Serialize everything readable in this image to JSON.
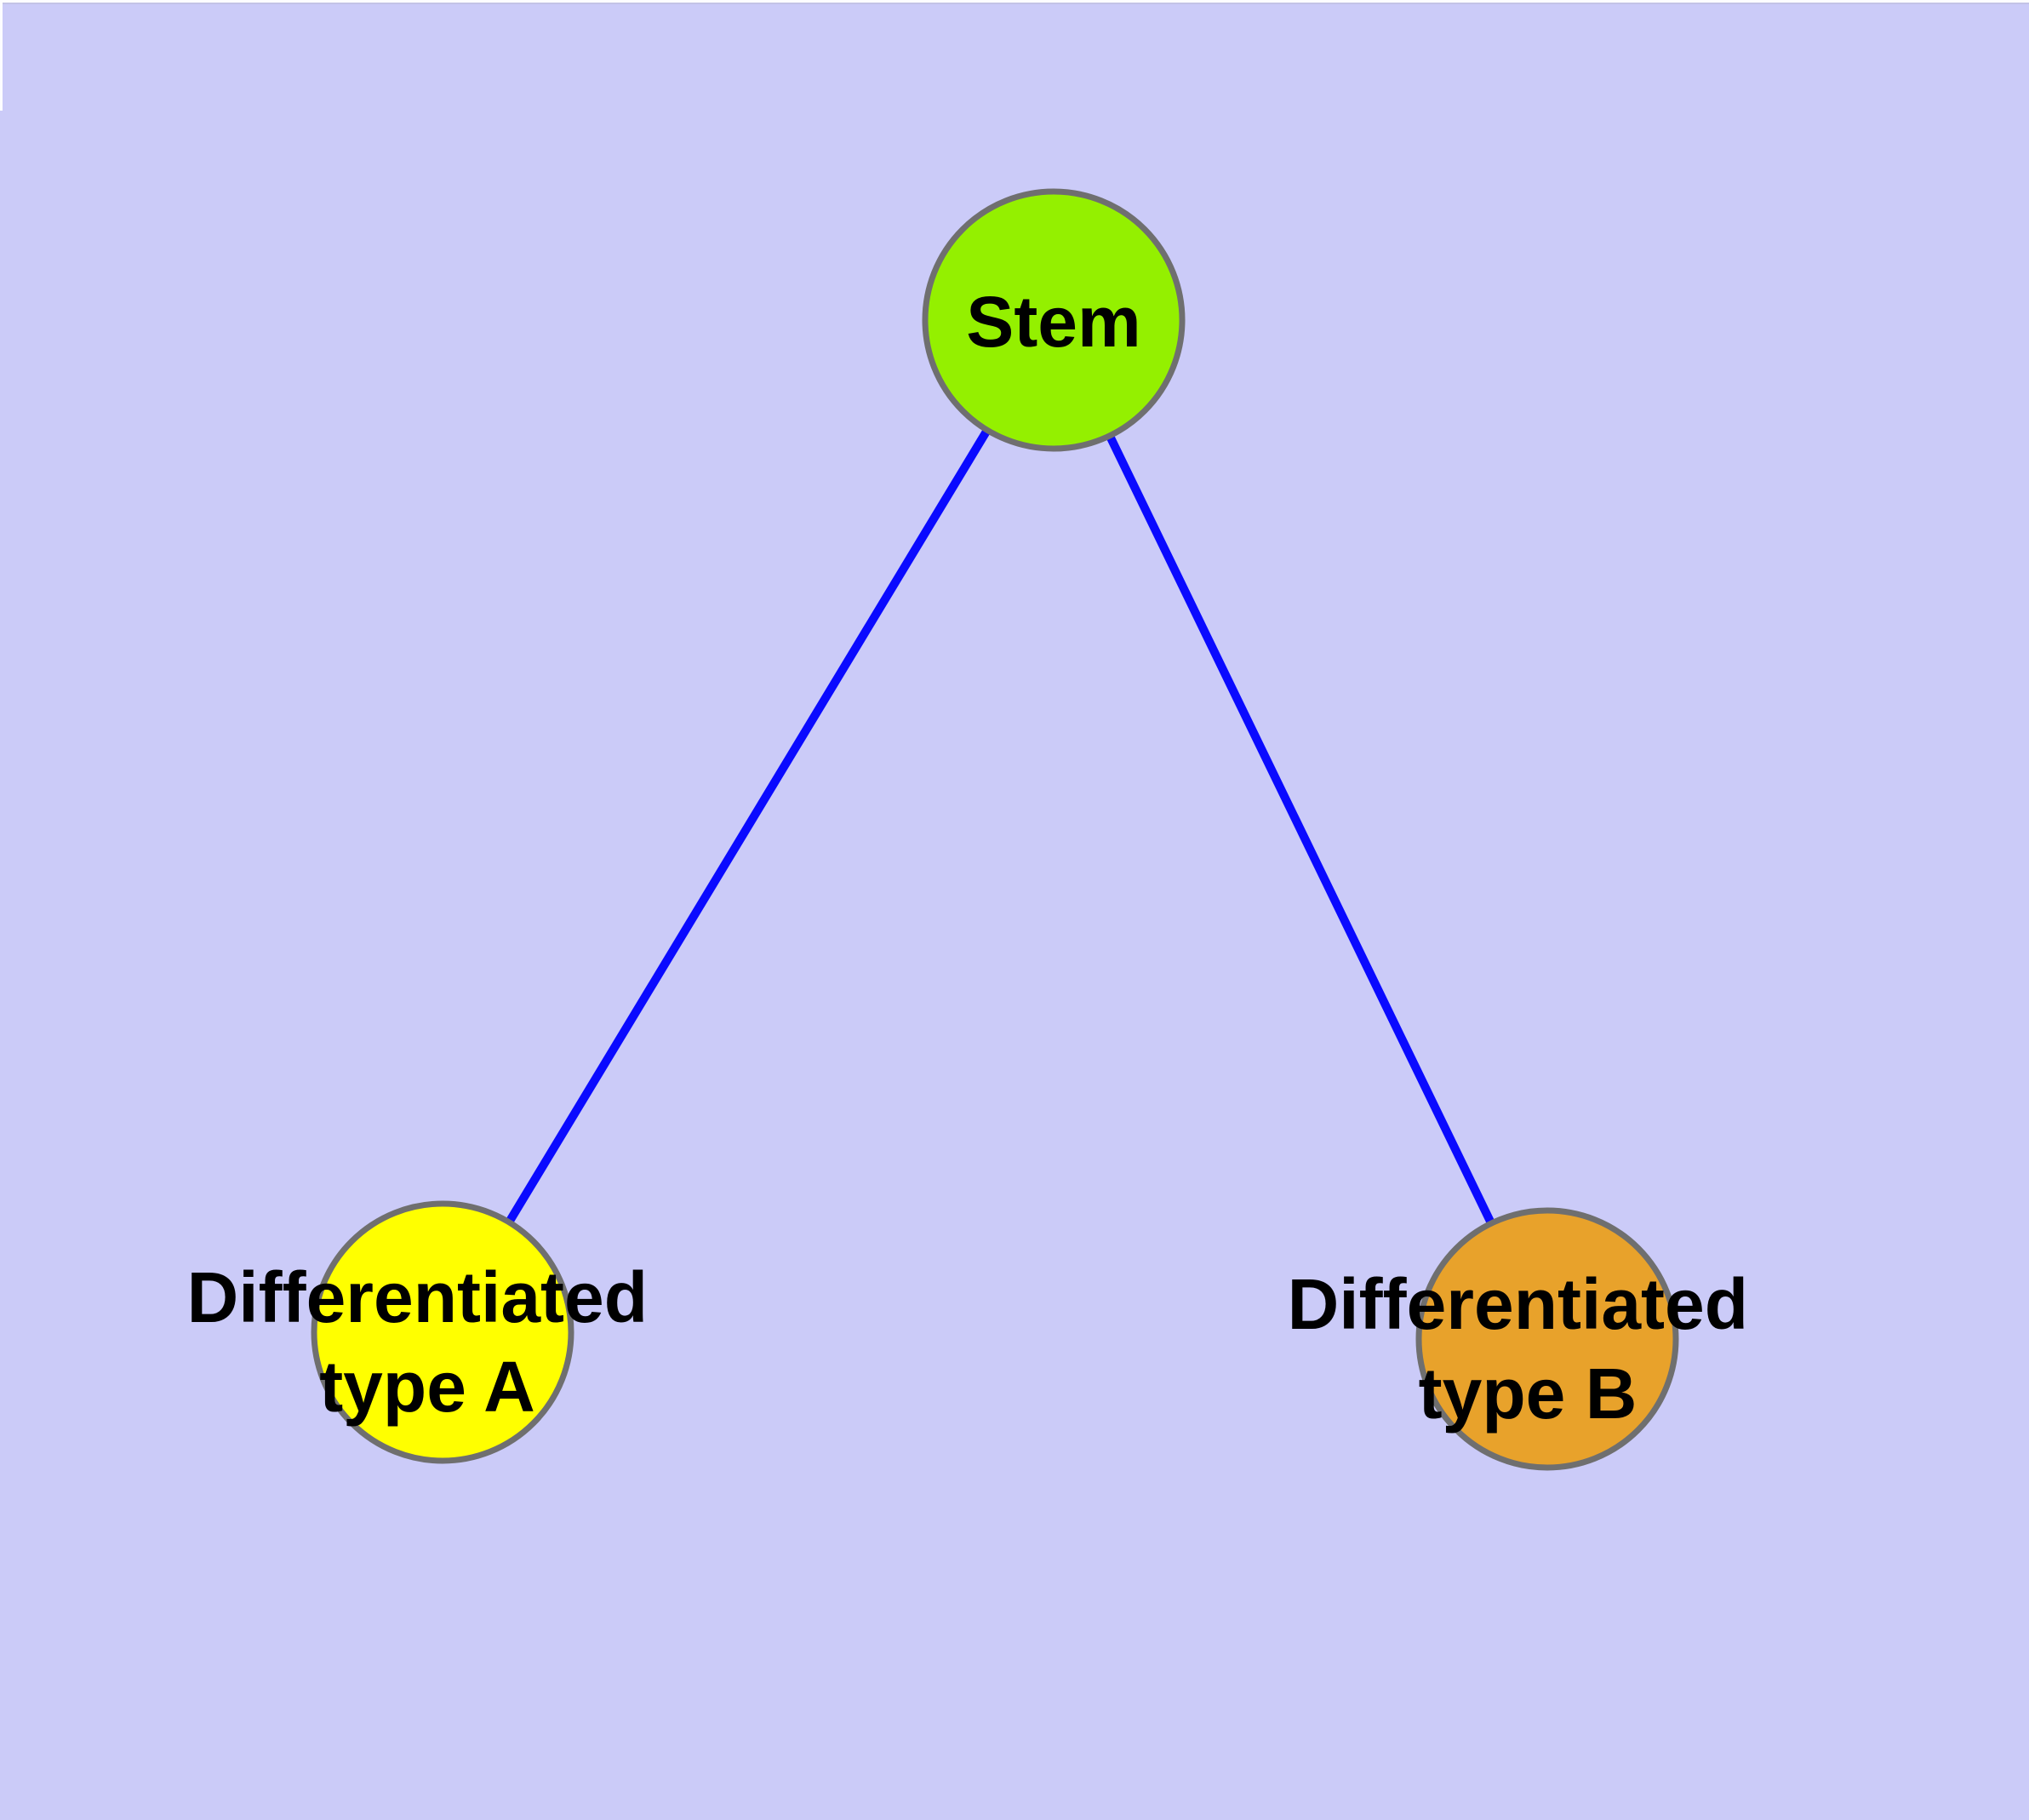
{
  "graph": {
    "title": "",
    "background_color": "#CBCBF8",
    "edge_color": "#0A0AFF",
    "node_outline_color": "#6F6F6F",
    "nodes": [
      {
        "id": "stem",
        "label": "Stem",
        "label_lines": [
          "Stem"
        ],
        "color": "#94F000"
      },
      {
        "id": "type-a",
        "label": "Differentiated type A",
        "label_lines": [
          "Differentiated",
          "type A"
        ],
        "color": "#FFFF00"
      },
      {
        "id": "type-b",
        "label": "Differentiated type B",
        "label_lines": [
          "Differentiated",
          "type B"
        ],
        "color": "#E8A22B"
      }
    ],
    "edges": [
      {
        "from": "Stem",
        "to": "Differentiated type A"
      },
      {
        "from": "Stem",
        "to": "Differentiated type B"
      }
    ]
  }
}
